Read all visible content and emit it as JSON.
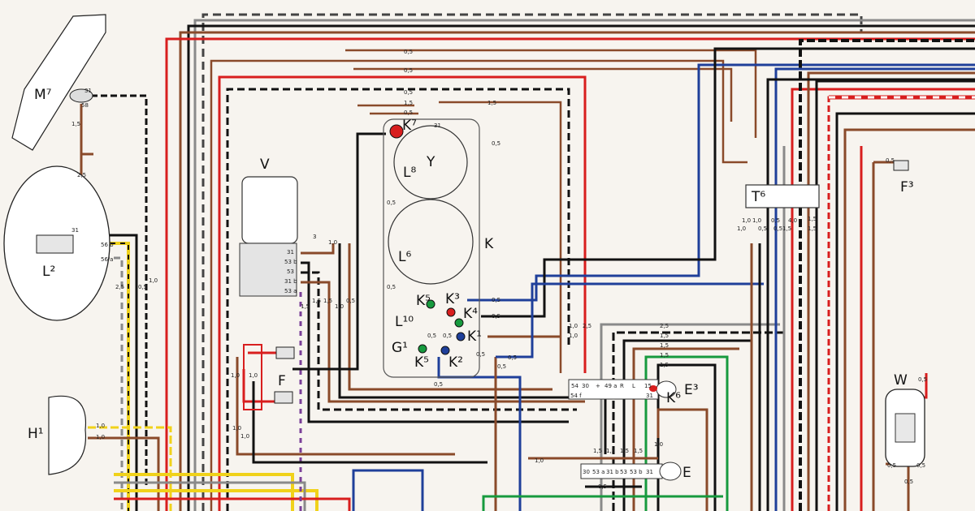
{
  "components": {
    "headlight_switch": "M⁷",
    "headlight": "L²",
    "horn_left": "H¹",
    "wiper_motor": "V",
    "circle_3": "3",
    "fuse_box": "F",
    "speedometer_block": "K",
    "fuel_gauge": "Y",
    "lamp_l8": "L⁸",
    "lamp_l6": "L⁶",
    "lamp_l10": "L¹⁰",
    "lamp_g1": "G¹",
    "k7": "K⁷",
    "k5_top": "K⁵",
    "k3": "K³",
    "k4": "K⁴",
    "k1": "K¹",
    "k5_bottom": "K⁵",
    "k2": "K²",
    "connector_t6": "T⁶",
    "fuse_f3": "F³",
    "e3": "E³",
    "k6": "K⁶",
    "e": "E",
    "w": "W"
  },
  "terminals": {
    "m7_a": "31",
    "m7_b": "58",
    "l2_a": "31",
    "l2_b": "56 b",
    "l2_c": "56 a",
    "v_1": "31",
    "v_2": "53 b",
    "v_3": "53",
    "v_4": "31 b",
    "v_5": "53 a",
    "y_top": "31",
    "e3_row_top": [
      "54",
      "30",
      "+",
      "49 a",
      "R",
      "L",
      "15"
    ],
    "e3_row_bottom": [
      "54 f",
      "31"
    ],
    "e_row": [
      "30",
      "53 a",
      "31 b",
      "53",
      "53 b",
      "31"
    ]
  },
  "wire_sizes": {
    "top_a": "0,5",
    "top_b": "0,5",
    "top_c": "0,5",
    "top_d": "1,5",
    "top_e": "0,5",
    "top_f": "1,5",
    "y_right": "0,5",
    "m7_down": "1,5",
    "l2_up": "2,5",
    "h1_a": "1,0",
    "h1_b": "1,0",
    "l2_v1": "2,5",
    "l2_v2": "0,5",
    "l2_v3": "1,0",
    "f_a": "1,0",
    "f_b": "1,0",
    "f_c": "1,0",
    "f_d": "1,0",
    "c3": "1,0",
    "v_a": "1,5",
    "v_b": "1,5",
    "v_c": "1,5",
    "v_d": "1,0",
    "v_e": "0,5",
    "k_left_a": "0,5",
    "k_left_b": "0,5",
    "k3_r": "0,5",
    "k4_r": "0,5",
    "k1_r": "0,5",
    "k_inner_a": "0,5",
    "k_inner_b": "0,5",
    "k_inner_c": "0,5",
    "k_bot_a": "0,5",
    "k_bot_b": "0,5",
    "mid_a": "1,0",
    "mid_b": "2,5",
    "mid_c": "2,5",
    "mid_d": "1,5",
    "mid_e": "1,5",
    "mid_f": "1,5",
    "mid_g": "1,5",
    "t6_a": "1,0",
    "t6_b": "1,0",
    "t6_c": "1,5",
    "t6_d": "1,0",
    "t6_e": "0,5",
    "t6_f": "0,5",
    "t6_g": "1,5",
    "t6_h": "0,5",
    "t6_i": "4,0",
    "t6_j": "1,5",
    "e_a": "1,5",
    "e_b": "1,5",
    "e_c": "1,5",
    "e_d": "1,5",
    "e_e": "1,0",
    "e_f": "1,0",
    "e_g": "0,5",
    "w_top": "0,5",
    "w_mid": "0,5",
    "w_bot": "0,5",
    "lower_a": "0,5",
    "lower_b": "1,0",
    "lower_c": "0,5"
  },
  "colors": {
    "red": "#d81e1e",
    "brown": "#8a4a2a",
    "black": "#111111",
    "blue": "#1f3f9a",
    "green": "#179a3e",
    "yellow": "#f0d21a",
    "gray": "#8a8a8a",
    "white": "#ffffff",
    "violet": "#7b3f98",
    "paper": "#f7f4ef"
  }
}
